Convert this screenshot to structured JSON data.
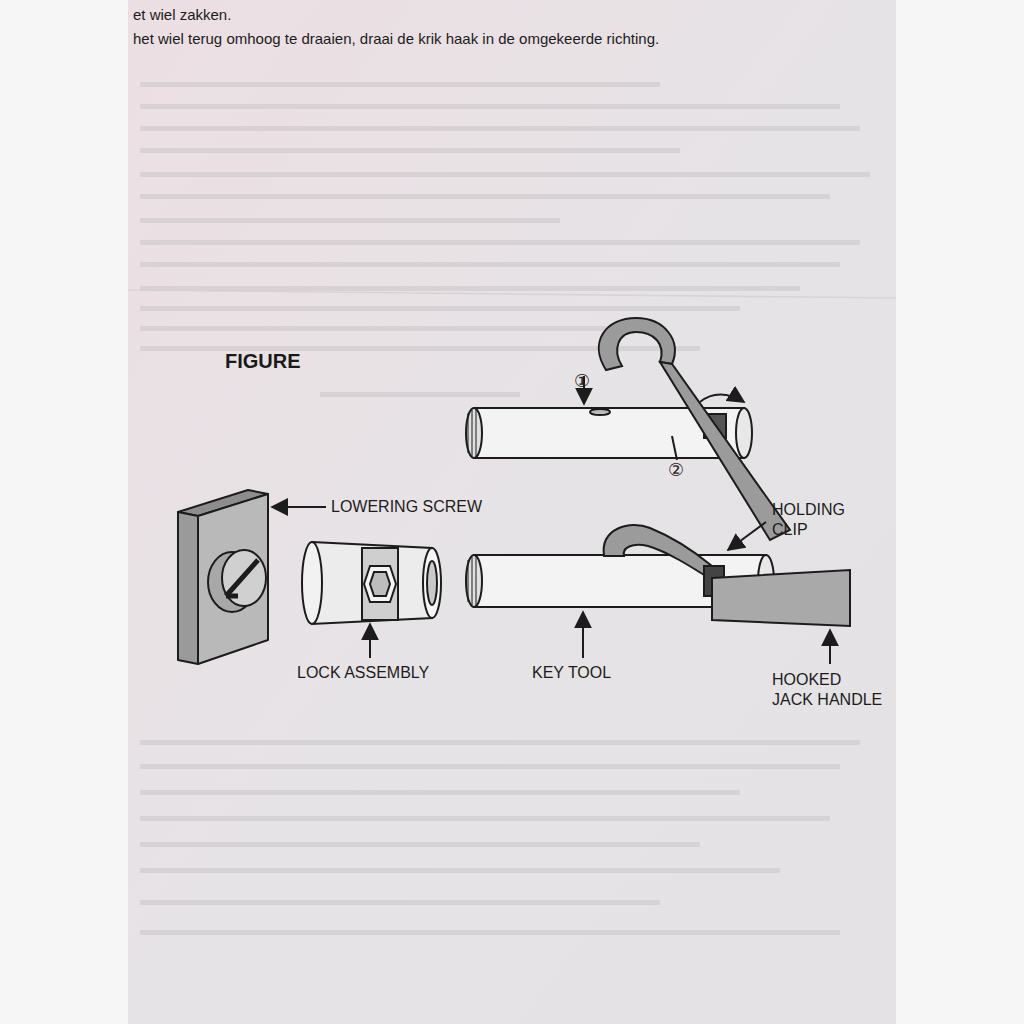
{
  "diagram": {
    "title": "FIGURE",
    "labels": [
      "et wiel zakken.",
      "het wiel terug omhoog te draaien, draai de krik haak in de omgekeerde richting.",
      "①",
      "②",
      "LOWERING SCREW",
      "HOLDING CLIP",
      "LOCK ASSEMBLY",
      "KEY TOOL",
      "HOOKED JACK HANDLE"
    ]
  }
}
